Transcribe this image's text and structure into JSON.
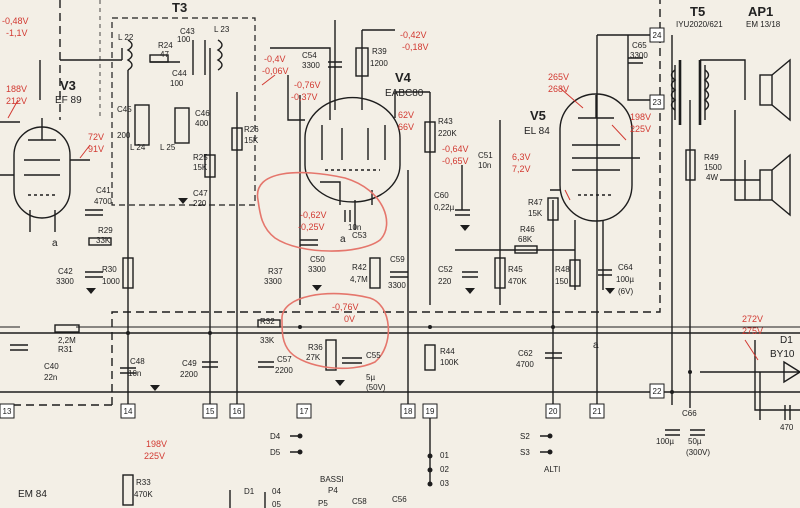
{
  "stages": {
    "v3": {
      "name": "V3",
      "tube": "EF 89"
    },
    "v4": {
      "name": "V4",
      "tube": "EABC80"
    },
    "v5": {
      "name": "V5",
      "tube": "EL 84"
    },
    "t3": "T3",
    "t5": {
      "name": "T5",
      "part": "IYU2020/621"
    },
    "ap1": {
      "name": "AP1",
      "part": "EM 13/18"
    },
    "em84": "EM 84",
    "d1": "D1",
    "by": "BY10"
  },
  "voltages": {
    "v_top_left_1": "-0,48V",
    "v_top_left_2": "-1,1V",
    "v3_plate_1": "188V",
    "v3_plate_2": "212V",
    "v3_grid2_1": "72V",
    "v3_grid2_2": "91V",
    "r39_1": "-0,42V",
    "r39_2": "-0,18V",
    "mid_1": "-0,4V",
    "mid_2": "-0,06V",
    "v4_g_1": "-0,76V",
    "v4_g_2": "-0,37V",
    "v4_k_1": "62V",
    "v4_k_2": "66V",
    "r43_1": "-0,64V",
    "r43_2": "-0,65V",
    "circ1_1": "-0,62V",
    "circ1_2": "-0,25V",
    "v5_plate_1": "265V",
    "v5_plate_2": "268V",
    "v5_g2_1": "198V",
    "v5_g2_2": "225V",
    "v5_g1_1": "6,3V",
    "v5_g1_2": "7,2V",
    "circ2_1": "-0,76V",
    "circ2_2": "0V",
    "bot_1": "198V",
    "bot_2": "225V",
    "d1_1": "272V",
    "d1_2": "275V"
  },
  "components": {
    "l22": "L 22",
    "l23": "L 23",
    "l24": "L 24",
    "l25": "L 25",
    "r24": "R24",
    "r24v": "47",
    "c43": "C43",
    "c43v": "100",
    "c44": "C44",
    "c44v": "100",
    "c45": "C45",
    "c45v": "200",
    "c46": "C46",
    "c46v": "400",
    "r26": "R26",
    "r26v": "15K",
    "r25": "R25",
    "r25v": "15K",
    "c47": "C47",
    "c47v": "220",
    "c54": "C54",
    "c54v": "3300",
    "r39": "R39",
    "r39v": "1200",
    "c41": "C41",
    "c41v": "4700",
    "r29": "R29",
    "r29v": "33K",
    "c42": "C42",
    "c42v": "3300",
    "r30": "R30",
    "r30v": "1000",
    "r37": "R37",
    "r37v": "3300",
    "c50": "C50",
    "c50v": "3300",
    "c53": "C53",
    "c53v": "10n",
    "r42": "R42",
    "r42v": "4,7M",
    "c59": "C59",
    "c59v": "3300",
    "r43": "R43",
    "r43v": "220K",
    "c51": "C51",
    "c51v": "10n",
    "c60": "C60",
    "c60v": "0,22µ",
    "c52": "C52",
    "c52v": "220",
    "r45": "R45",
    "r45v": "470K",
    "r46": "R46",
    "r46v": "68K",
    "r47": "R47",
    "r47v": "15K",
    "r48": "R48",
    "r48v": "150",
    "c64": "C64",
    "c64v": "100µ",
    "c64r": "(6V)",
    "c65": "C65",
    "c65v": "3300",
    "r49": "R49",
    "r49v": "1500",
    "r49p": "4W",
    "r31": "R31",
    "r31v": "2,2M",
    "c40": "C40",
    "c40v": "22n",
    "c48": "C48",
    "c48v": "10n",
    "c49": "C49",
    "c49v": "2200",
    "r32": "R32",
    "r32v": "33K",
    "c57": "C57",
    "c57v": "2200",
    "r36": "R36",
    "r36v": "27K",
    "c55": "C55",
    "c55v": "5µ",
    "c55r": "(50V)",
    "r44": "R44",
    "r44v": "100K",
    "c62": "C62",
    "c62v": "4700",
    "c66a": "100µ",
    "c66b": "50µ",
    "c66r": "(300V)",
    "c66": "C66",
    "r33": "R33",
    "r33v": "470K",
    "c_right": "470",
    "p4": "P4",
    "bassi": "BASSI",
    "altri": "ALTI",
    "p5": "P5",
    "c58": "C58",
    "c56": "C56",
    "a1": "a",
    "a2": "a",
    "a3": "a"
  },
  "switches": {
    "d4": "D4",
    "d5": "D5",
    "s2": "S2",
    "s3": "S3",
    "o1": "01",
    "o2": "02",
    "o3": "03",
    "d1b": "D1",
    "n04": "04",
    "n05": "05"
  },
  "connectors": [
    "13",
    "14",
    "15",
    "16",
    "17",
    "18",
    "19",
    "20",
    "21",
    "22",
    "23",
    "24"
  ]
}
